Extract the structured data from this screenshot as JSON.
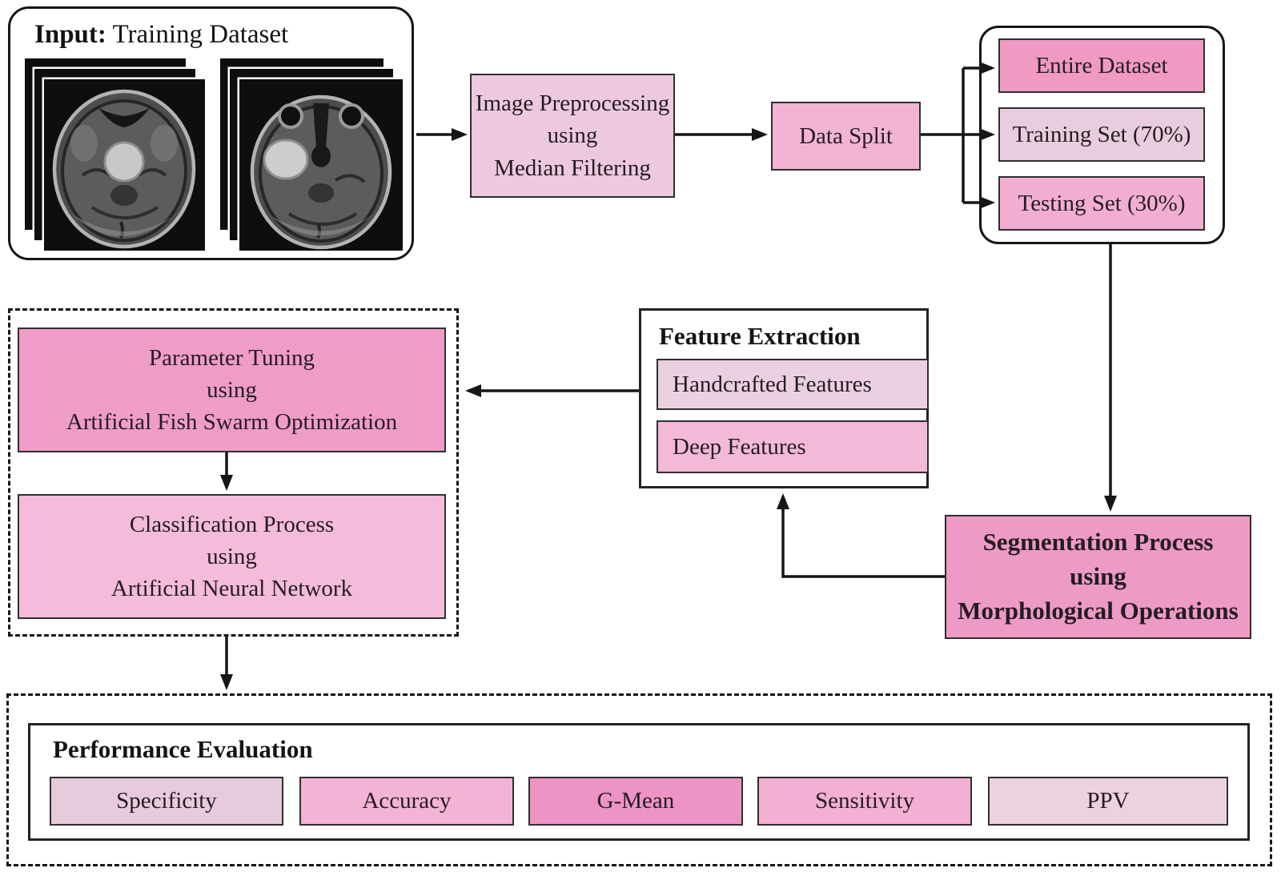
{
  "figure": {
    "line_color": "#161616",
    "input_panel": {
      "title_prefix": "Input:",
      "title_rest": " Training Dataset"
    },
    "preprocessing": {
      "line1": "Image Preprocessing",
      "line2": "using",
      "line3": "Median Filtering",
      "fill": "#ecc9de"
    },
    "data_split": {
      "label": "Data Split",
      "fill": "#f3b4d4"
    },
    "dataset_splits": {
      "items": [
        {
          "label": "Entire Dataset",
          "fill": "#ef99c3"
        },
        {
          "label": "Training Set (70%)",
          "fill": "#e8cdde"
        },
        {
          "label": "Testing Set (30%)",
          "fill": "#f2aed2"
        }
      ]
    },
    "segmentation": {
      "line1": "Segmentation Process",
      "line2": "using",
      "line3": "Morphological Operations",
      "fill": "#ee9ac6"
    },
    "feature_extraction": {
      "title": "Feature Extraction",
      "items": [
        {
          "label": "Handcrafted Features",
          "fill": "#ebd0e1"
        },
        {
          "label": "Deep Features",
          "fill": "#f3b9d8"
        }
      ]
    },
    "parameter_tuning": {
      "line1": "Parameter Tuning",
      "line2": "using",
      "line3": "Artificial Fish Swarm Optimization",
      "fill": "#f09cc8"
    },
    "classification": {
      "line1": "Classification Process",
      "line2": "using",
      "line3": "Artificial Neural Network",
      "fill": "#f4bcda"
    },
    "performance": {
      "title": "Performance Evaluation",
      "metrics": [
        {
          "label": "Specificity",
          "fill": "#e8cadd"
        },
        {
          "label": "Accuracy",
          "fill": "#f3b3d5"
        },
        {
          "label": "G-Mean",
          "fill": "#ee94c4"
        },
        {
          "label": "Sensitivity",
          "fill": "#f3b0d3"
        },
        {
          "label": "PPV",
          "fill": "#ecd1e1"
        }
      ]
    }
  }
}
